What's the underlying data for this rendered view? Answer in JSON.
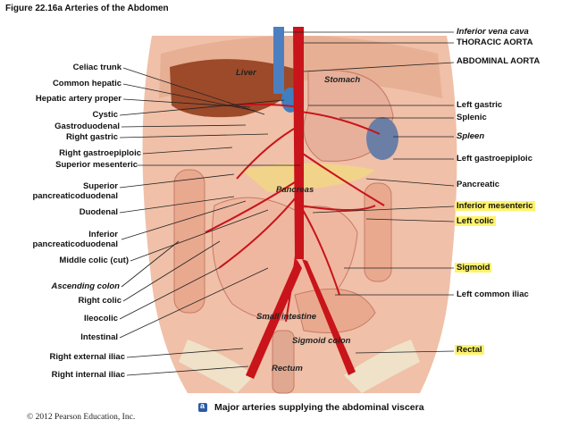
{
  "title": "Figure 22.16a  Arteries of the Abdomen",
  "caption": "Major arteries supplying the abdominal viscera",
  "copyright": "© 2012 Pearson Education, Inc.",
  "organs": {
    "liver": "Liver",
    "stomach": "Stomach",
    "pancreas": "Pancreas",
    "small_intestine": "Small intestine",
    "sigmoid_colon": "Sigmoid colon",
    "rectum": "Rectum"
  },
  "left_labels": [
    "Celiac trunk",
    "Common hepatic",
    "Hepatic artery proper",
    "Cystic",
    "Gastroduodenal",
    "Right gastric",
    "Right gastroepiploic",
    "Superior mesenteric",
    "Superior",
    "pancreaticoduodenal",
    "Duodenal",
    "Inferior",
    "pancreaticoduodenal",
    "Middle colic (cut)",
    "Ascending colon",
    "Right colic",
    "Ileocolic",
    "Intestinal",
    "Right external iliac",
    "Right internal iliac"
  ],
  "right_labels": [
    "Inferior vena cava",
    "THORACIC AORTA",
    "ABDOMINAL AORTA",
    "Left gastric",
    "Splenic",
    "Spleen",
    "Left gastroepiploic",
    "Pancreatic",
    "Inferior mesenteric",
    "Left colic",
    "Sigmoid",
    "Left common iliac",
    "Rectal"
  ],
  "colors": {
    "highlight": "#fff36a",
    "artery": "#c8141a",
    "tissue": "#e9a98f",
    "liver": "#9c4a2a"
  }
}
